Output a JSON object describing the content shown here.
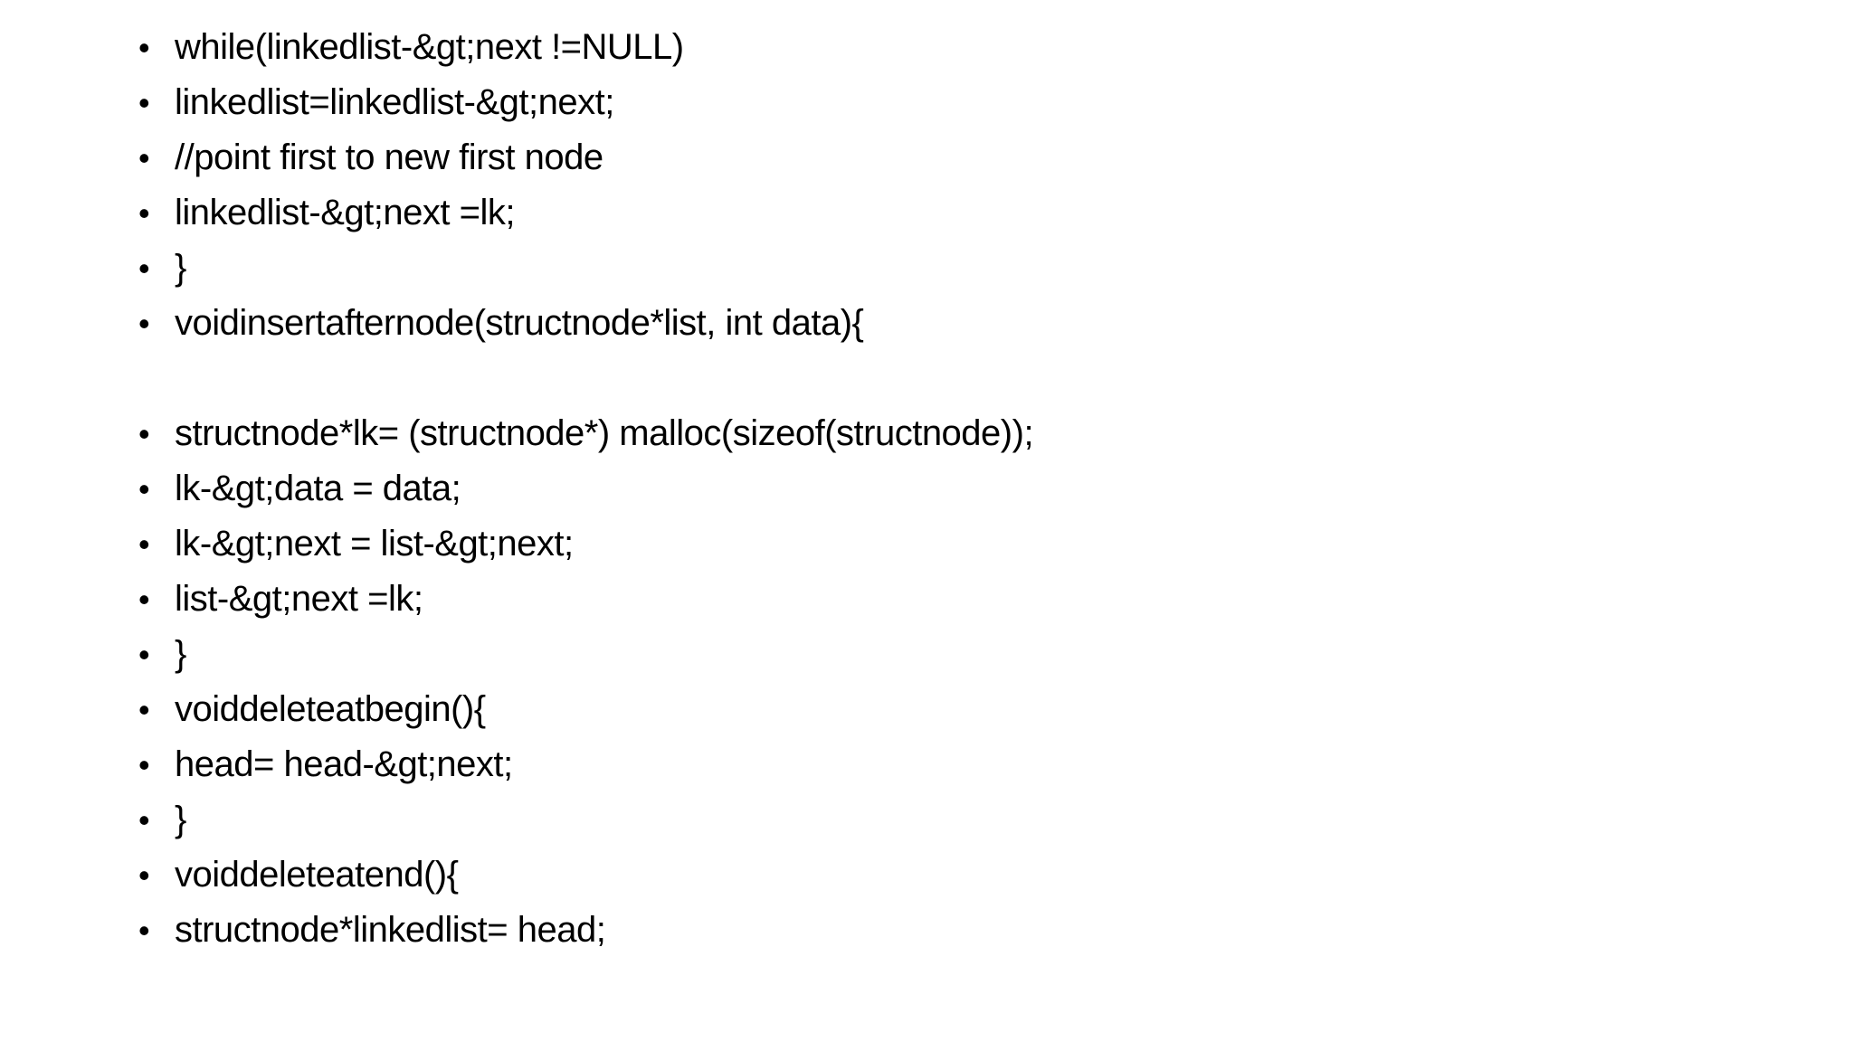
{
  "slide": {
    "background_color": "#ffffff",
    "text_color": "#000000",
    "bullet_glyph": "•",
    "lines": [
      {
        "bullet": true,
        "text": "while(linkedlist-&gt;next !=NULL)"
      },
      {
        "bullet": true,
        "text": "linkedlist=linkedlist-&gt;next;"
      },
      {
        "bullet": true,
        "text": "//point first to new first node"
      },
      {
        "bullet": true,
        "text": "linkedlist-&gt;next =lk;"
      },
      {
        "bullet": true,
        "text": "}"
      },
      {
        "bullet": true,
        "text": "voidinsertafternode(structnode*list, int data){"
      },
      {
        "bullet": false,
        "text": ""
      },
      {
        "bullet": true,
        "text": "structnode*lk= (structnode*) malloc(sizeof(structnode));"
      },
      {
        "bullet": true,
        "text": "lk-&gt;data = data;"
      },
      {
        "bullet": true,
        "text": "lk-&gt;next = list-&gt;next;"
      },
      {
        "bullet": true,
        "text": "list-&gt;next =lk;"
      },
      {
        "bullet": true,
        "text": "}"
      },
      {
        "bullet": true,
        "text": "voiddeleteatbegin(){"
      },
      {
        "bullet": true,
        "text": "head= head-&gt;next;"
      },
      {
        "bullet": true,
        "text": "}"
      },
      {
        "bullet": true,
        "text": "voiddeleteatend(){"
      },
      {
        "bullet": true,
        "text": "structnode*linkedlist= head;"
      }
    ]
  }
}
